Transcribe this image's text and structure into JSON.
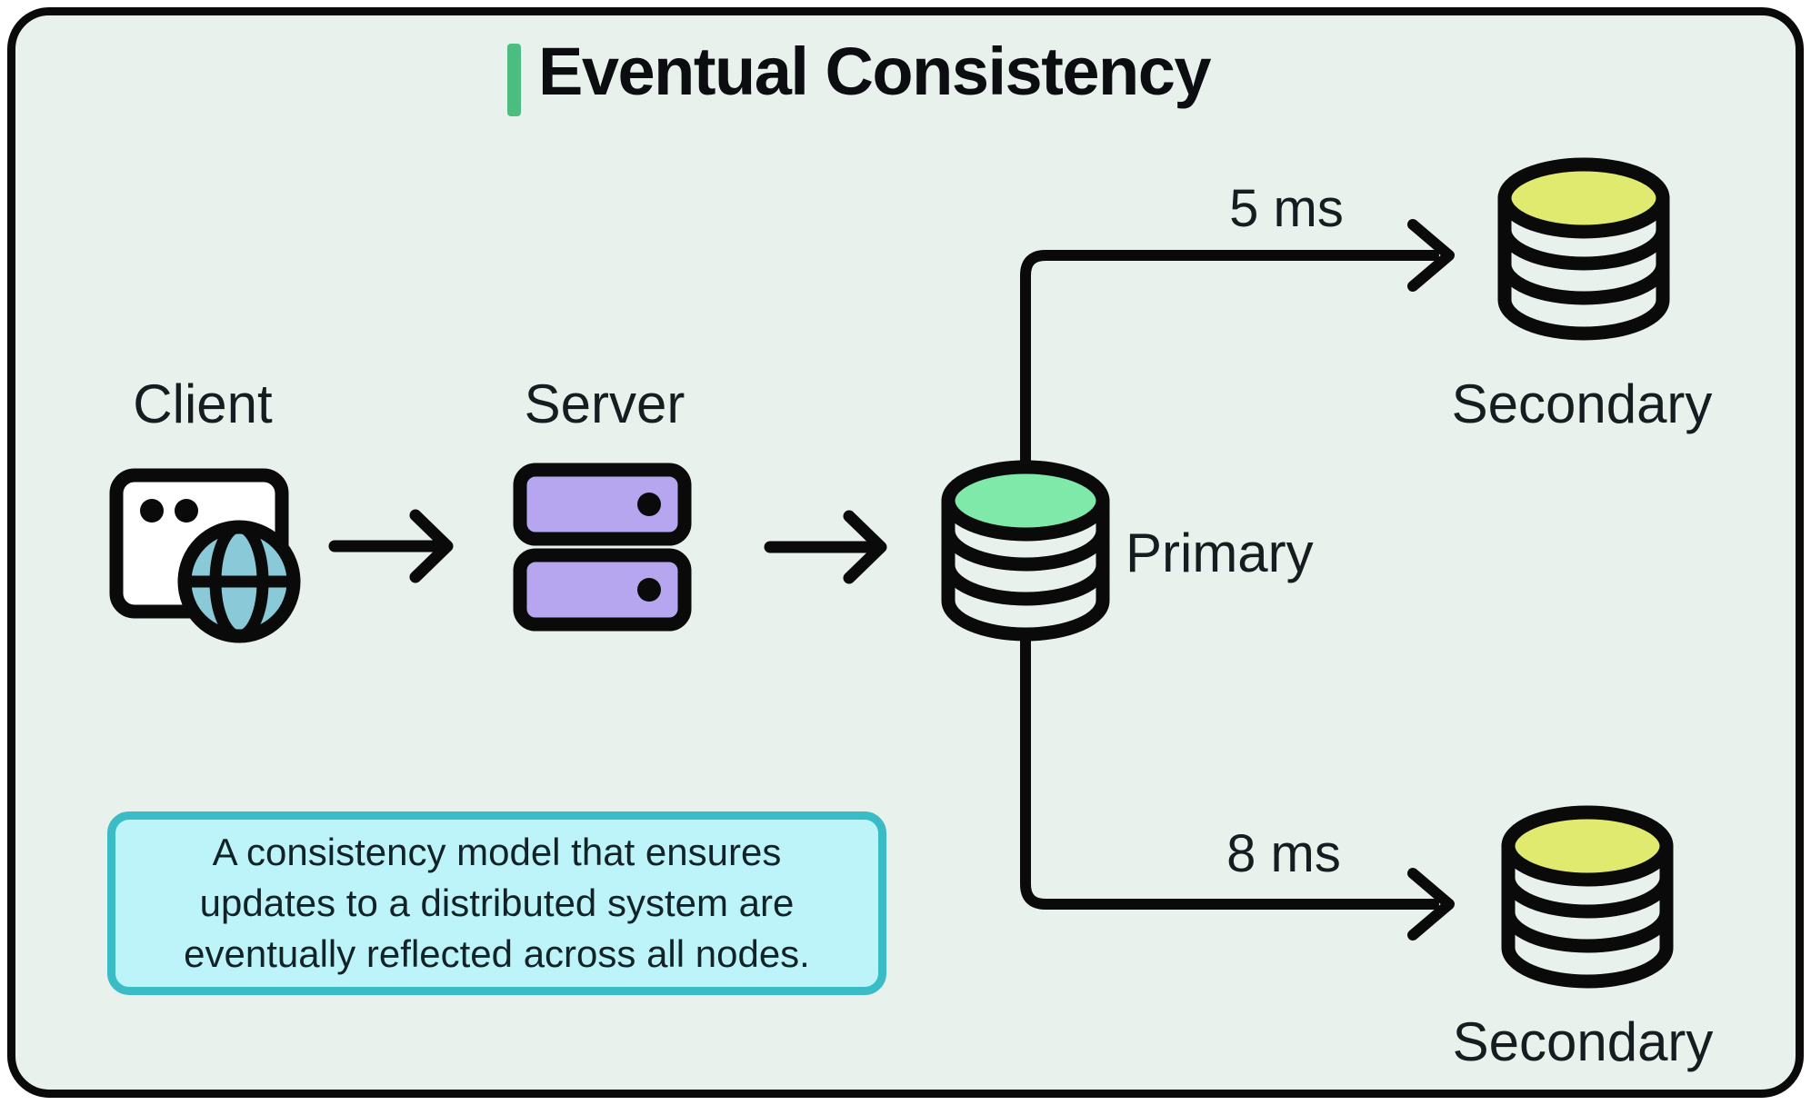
{
  "title": {
    "text": "Eventual Consistency"
  },
  "nodes": {
    "client": {
      "label": "Client"
    },
    "server": {
      "label": "Server"
    },
    "primary": {
      "label": "Primary"
    },
    "secondary_top": {
      "label": "Secondary"
    },
    "secondary_bottom": {
      "label": "Secondary"
    }
  },
  "replication": {
    "top_latency": "5 ms",
    "bottom_latency": "8 ms"
  },
  "note": {
    "lines": [
      "A consistency model that ensures",
      "updates to a distributed system are",
      "eventually reflected across all nodes."
    ]
  },
  "icons": {
    "client": "browser-globe-icon",
    "server": "server-rack-icon",
    "primary": "database-cylinder-icon",
    "secondary": "database-cylinder-icon",
    "flow": "arrow-right-icon"
  },
  "colors": {
    "canvas_bg": "#e8f1ec",
    "outline": "#0a0a0a",
    "accent_green": "#4cbd80",
    "globe_fill": "#89c9d8",
    "server_fill": "#b6a6f0",
    "primary_top_fill": "#7ee9a8",
    "secondary_top_fill": "#e0ea6f",
    "note_fill": "#bdf4f9",
    "note_border": "#3abcc6"
  }
}
